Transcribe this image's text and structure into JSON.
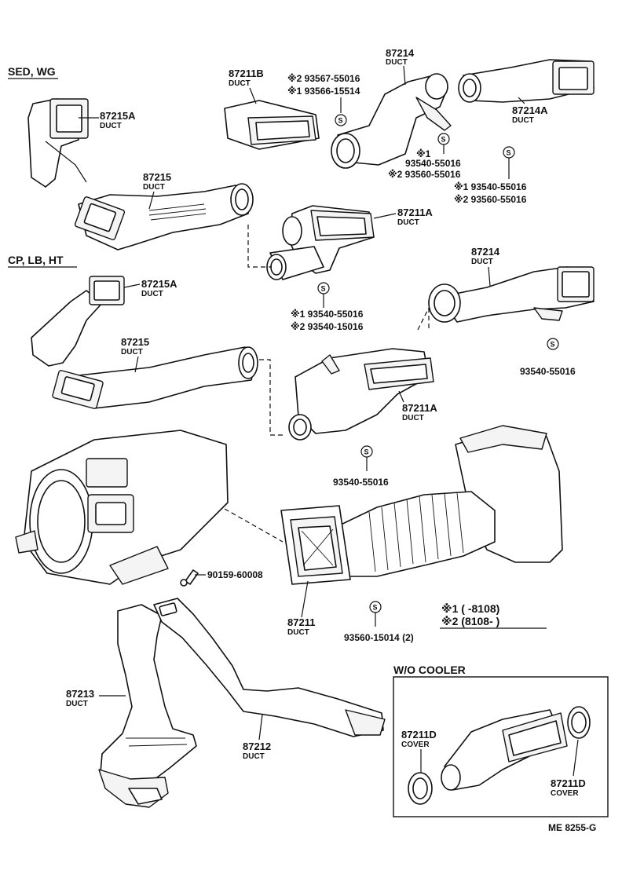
{
  "variants": {
    "sed_wg": "SED, WG",
    "cp_lb_ht": "CP, LB, HT"
  },
  "section": {
    "wo_cooler": "W/O COOLER"
  },
  "legend": {
    "note1": "※1 (        -8108)",
    "note2": "※2 (8108-        )"
  },
  "drawing_code": "ME  8255-G",
  "screw_symbol": "S",
  "parts": {
    "p87215A_top": {
      "num": "87215A",
      "name": "DUCT"
    },
    "p87215_top": {
      "num": "87215",
      "name": "DUCT"
    },
    "p87211B": {
      "num": "87211B",
      "name": "DUCT"
    },
    "p87214_top": {
      "num": "87214",
      "name": "DUCT"
    },
    "p87214A": {
      "num": "87214A",
      "name": "DUCT"
    },
    "p87211A_top": {
      "num": "87211A",
      "name": "DUCT"
    },
    "p87215A_mid": {
      "num": "87215A",
      "name": "DUCT"
    },
    "p87215_mid": {
      "num": "87215",
      "name": "DUCT"
    },
    "p87214_mid": {
      "num": "87214",
      "name": "DUCT"
    },
    "p87211A_mid": {
      "num": "87211A",
      "name": "DUCT"
    },
    "p87211": {
      "num": "87211",
      "name": "DUCT"
    },
    "p87213": {
      "num": "87213",
      "name": "DUCT"
    },
    "p87212": {
      "num": "87212",
      "name": "DUCT"
    },
    "p87211D_left": {
      "num": "87211D",
      "name": "COVER"
    },
    "p87211D_right": {
      "num": "87211D",
      "name": "COVER"
    }
  },
  "fasteners": {
    "a": "※2 93567-55016",
    "b": "※1 93566-15514",
    "c1": "※1",
    "c2": "93540-55016",
    "c3": "※2 93560-55016",
    "d1": "※1 93540-55016",
    "d2": "※2 93560-55016",
    "e1": "※1 93540-55016",
    "e2": "※2 93540-15016",
    "f": "93540-55016",
    "g": "93540-55016",
    "h": "93560-15014 (2)",
    "i": "90159-60008"
  }
}
